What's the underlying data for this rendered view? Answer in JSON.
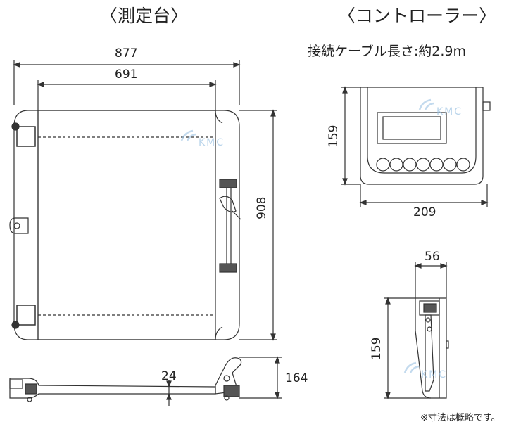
{
  "titles": {
    "stand": "〈測定台〉",
    "controller": "〈コントローラー〉"
  },
  "cable_length": "接続ケーブル長さ:約2.9m",
  "dimensions": {
    "stand_outer_width": "877",
    "stand_inner_width": "691",
    "stand_depth": "908",
    "stand_thickness": "24",
    "stand_height": "164",
    "controller_height": "159",
    "controller_width": "209",
    "controller_side_depth": "56",
    "controller_side_height": "159"
  },
  "watermark": "KMC",
  "footnote": "※寸法は概略です。",
  "colors": {
    "line": "#333333",
    "watermark": "#7fb0d8"
  }
}
